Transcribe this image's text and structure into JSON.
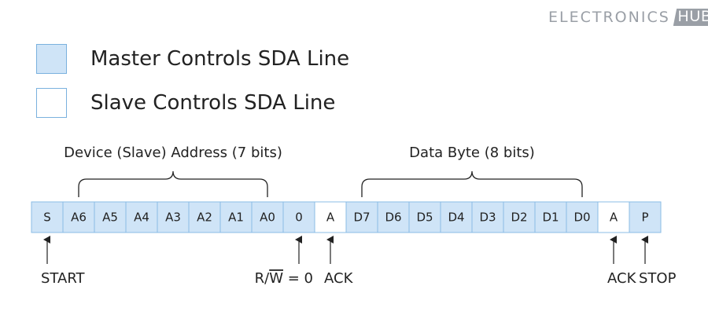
{
  "logo": {
    "word": "ELECTRONICS",
    "badge": "HUB"
  },
  "colors": {
    "master": "#cfe4f7",
    "slave": "#ffffff",
    "border": "#8bbce6",
    "line": "#222222"
  },
  "legend": [
    {
      "label": "Master Controls SDA Line",
      "fill": "#cfe4f7"
    },
    {
      "label": "Slave Controls SDA Line",
      "fill": "#ffffff"
    }
  ],
  "frame": {
    "cells": [
      {
        "label": "S",
        "controller": "master"
      },
      {
        "label": "A6",
        "controller": "master"
      },
      {
        "label": "A5",
        "controller": "master"
      },
      {
        "label": "A4",
        "controller": "master"
      },
      {
        "label": "A3",
        "controller": "master"
      },
      {
        "label": "A2",
        "controller": "master"
      },
      {
        "label": "A1",
        "controller": "master"
      },
      {
        "label": "A0",
        "controller": "master"
      },
      {
        "label": "0",
        "controller": "master"
      },
      {
        "label": "A",
        "controller": "slave"
      },
      {
        "label": "D7",
        "controller": "master"
      },
      {
        "label": "D6",
        "controller": "master"
      },
      {
        "label": "D5",
        "controller": "master"
      },
      {
        "label": "D4",
        "controller": "master"
      },
      {
        "label": "D3",
        "controller": "master"
      },
      {
        "label": "D2",
        "controller": "master"
      },
      {
        "label": "D1",
        "controller": "master"
      },
      {
        "label": "D0",
        "controller": "master"
      },
      {
        "label": "A",
        "controller": "slave"
      },
      {
        "label": "P",
        "controller": "master"
      }
    ],
    "groups": [
      {
        "label": "Device (Slave) Address (7 bits)",
        "from": 1,
        "to": 7
      },
      {
        "label": "Data Byte (8 bits)",
        "from": 10,
        "to": 17
      }
    ],
    "markers": [
      {
        "label": "START",
        "cell": 0
      },
      {
        "label_prefix": "R/",
        "label_over": "W",
        "label_suffix": " = 0",
        "cell": 8
      },
      {
        "label": "ACK",
        "cell": 9
      },
      {
        "label": "ACK",
        "cell": 18
      },
      {
        "label": "STOP",
        "cell": 19
      }
    ]
  }
}
